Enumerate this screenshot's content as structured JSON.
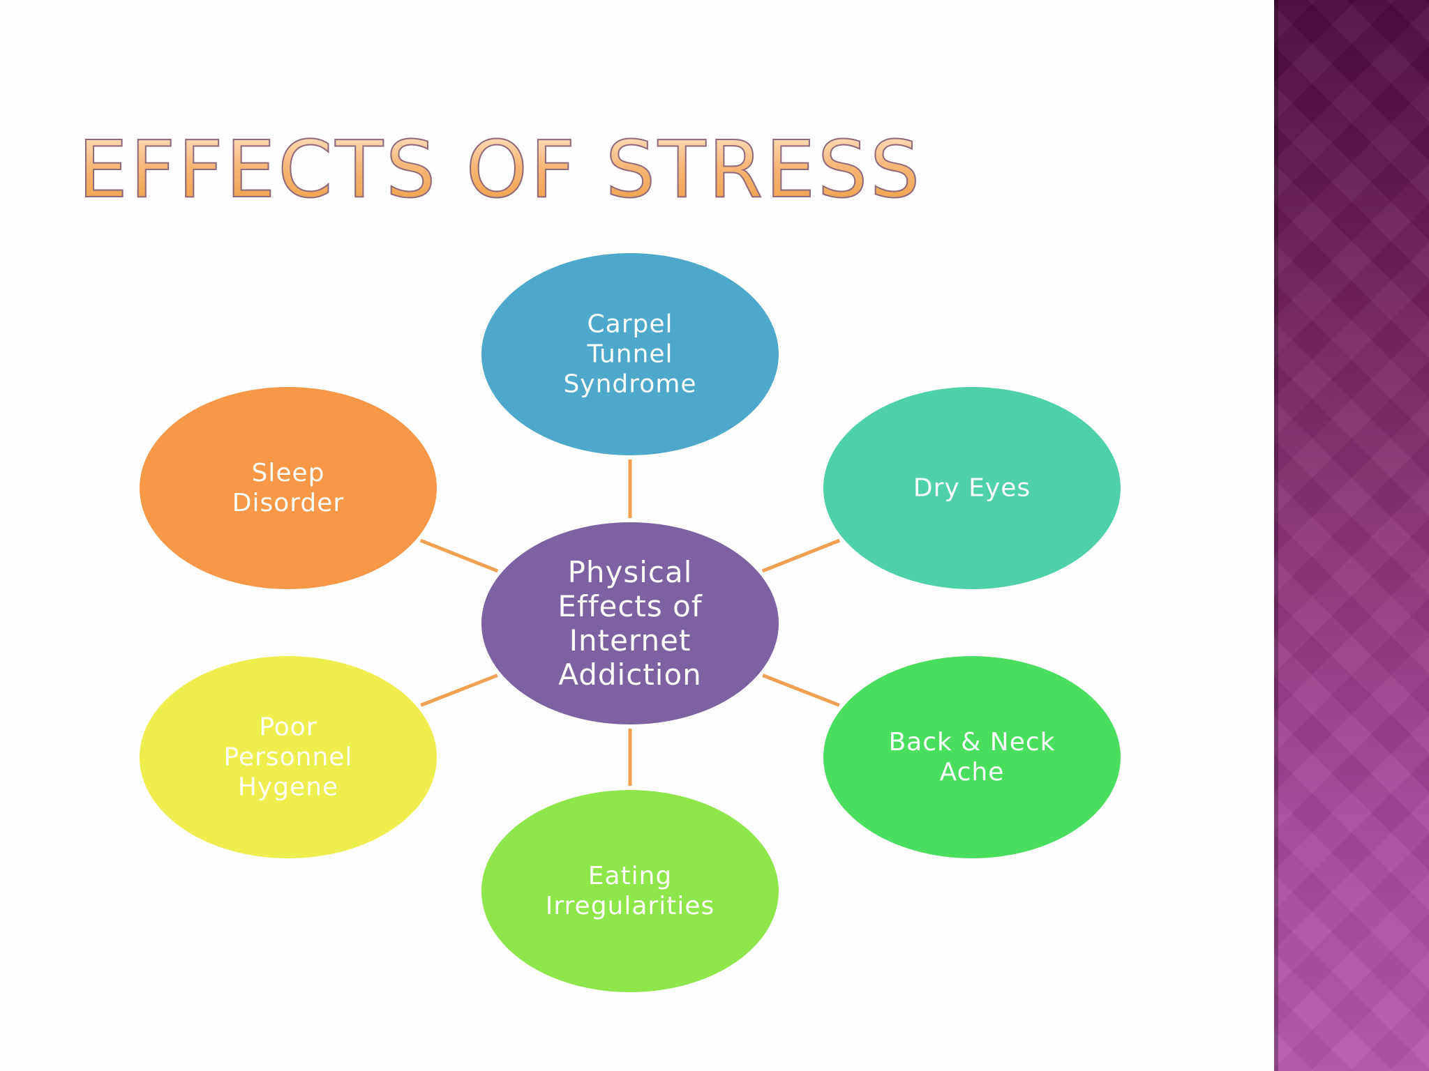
{
  "title": "EFFECTS OF STRESS",
  "diagram": {
    "center": {
      "lines": [
        "Physical",
        "Effects of",
        "Internet",
        "Addiction"
      ],
      "color": "#7d62a2"
    },
    "nodes": [
      {
        "id": "carpel",
        "lines": [
          "Carpel",
          "Tunnel",
          "Syndrome"
        ],
        "color": "#4ea8c9"
      },
      {
        "id": "dry-eyes",
        "lines": [
          "Dry Eyes"
        ],
        "color": "#4ed0a8"
      },
      {
        "id": "back-neck",
        "lines": [
          "Back & Neck",
          "Ache"
        ],
        "color": "#4ade5e"
      },
      {
        "id": "eating",
        "lines": [
          "Eating",
          "Irregularities"
        ],
        "color": "#8ee64a"
      },
      {
        "id": "hygiene",
        "lines": [
          "Poor",
          "Personnel",
          "Hygene"
        ],
        "color": "#eeee4e"
      },
      {
        "id": "sleep",
        "lines": [
          "Sleep",
          "Disorder"
        ],
        "color": "#f69848"
      }
    ],
    "connector_color": "#f0a050"
  },
  "theme": {
    "side_band": "#8e3378"
  }
}
